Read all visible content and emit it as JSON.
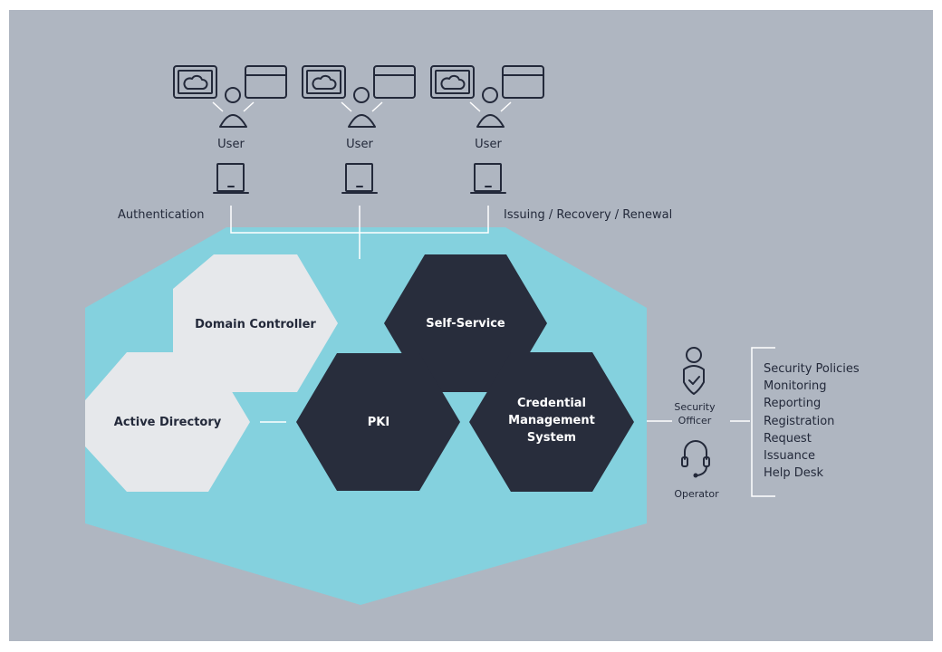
{
  "users": [
    {
      "label": "User"
    },
    {
      "label": "User"
    },
    {
      "label": "User"
    }
  ],
  "labels": {
    "authentication": "Authentication",
    "issuing": "Issuing / Recovery  / Renewal"
  },
  "modules": {
    "domain_controller": "Domain Controller",
    "self_service": "Self-Service",
    "active_directory": "Active Directory",
    "pki": "PKI",
    "cms": [
      "Credential",
      "Management",
      "System"
    ]
  },
  "roles": {
    "security_officer": [
      "Security",
      "Officer"
    ],
    "operator": "Operator"
  },
  "functions": [
    "Security Policies",
    "Monitoring",
    "Reporting",
    "Registration",
    "Request",
    "Issuance",
    "Help Desk"
  ],
  "colors": {
    "background": "#afb6c1",
    "teal": "#84d1de",
    "dark_hex": "#282d3c",
    "light_hex": "#e6e8eb"
  }
}
